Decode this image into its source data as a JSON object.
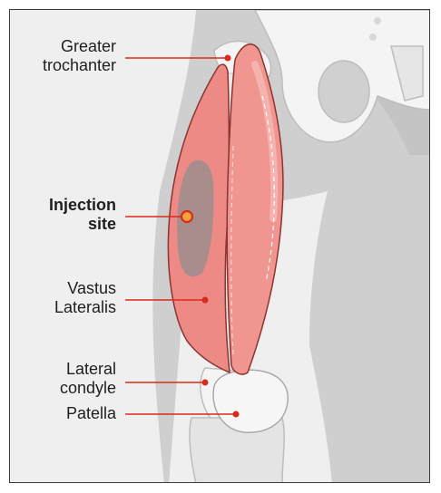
{
  "labels": {
    "greater_trochanter": {
      "line1": "Greater",
      "line2": "trochanter"
    },
    "injection_site": {
      "line1": "Injection",
      "line2": "site"
    },
    "vastus_lateralis": {
      "line1": "Vastus",
      "line2": "Lateralis"
    },
    "lateral_condyle": {
      "line1": "Lateral",
      "line2": "condyle"
    },
    "patella": {
      "line1": "Patella"
    }
  },
  "colors": {
    "background": "#efefef",
    "body_silhouette": "#cfcfcf",
    "bone": "#f4f4f4",
    "muscle": "#ee8a86",
    "muscle_outline": "#8a3530",
    "injection_area": "#8f8f8f",
    "leader_line": "#d92a1c",
    "injection_marker_fill": "#f2a33a"
  }
}
